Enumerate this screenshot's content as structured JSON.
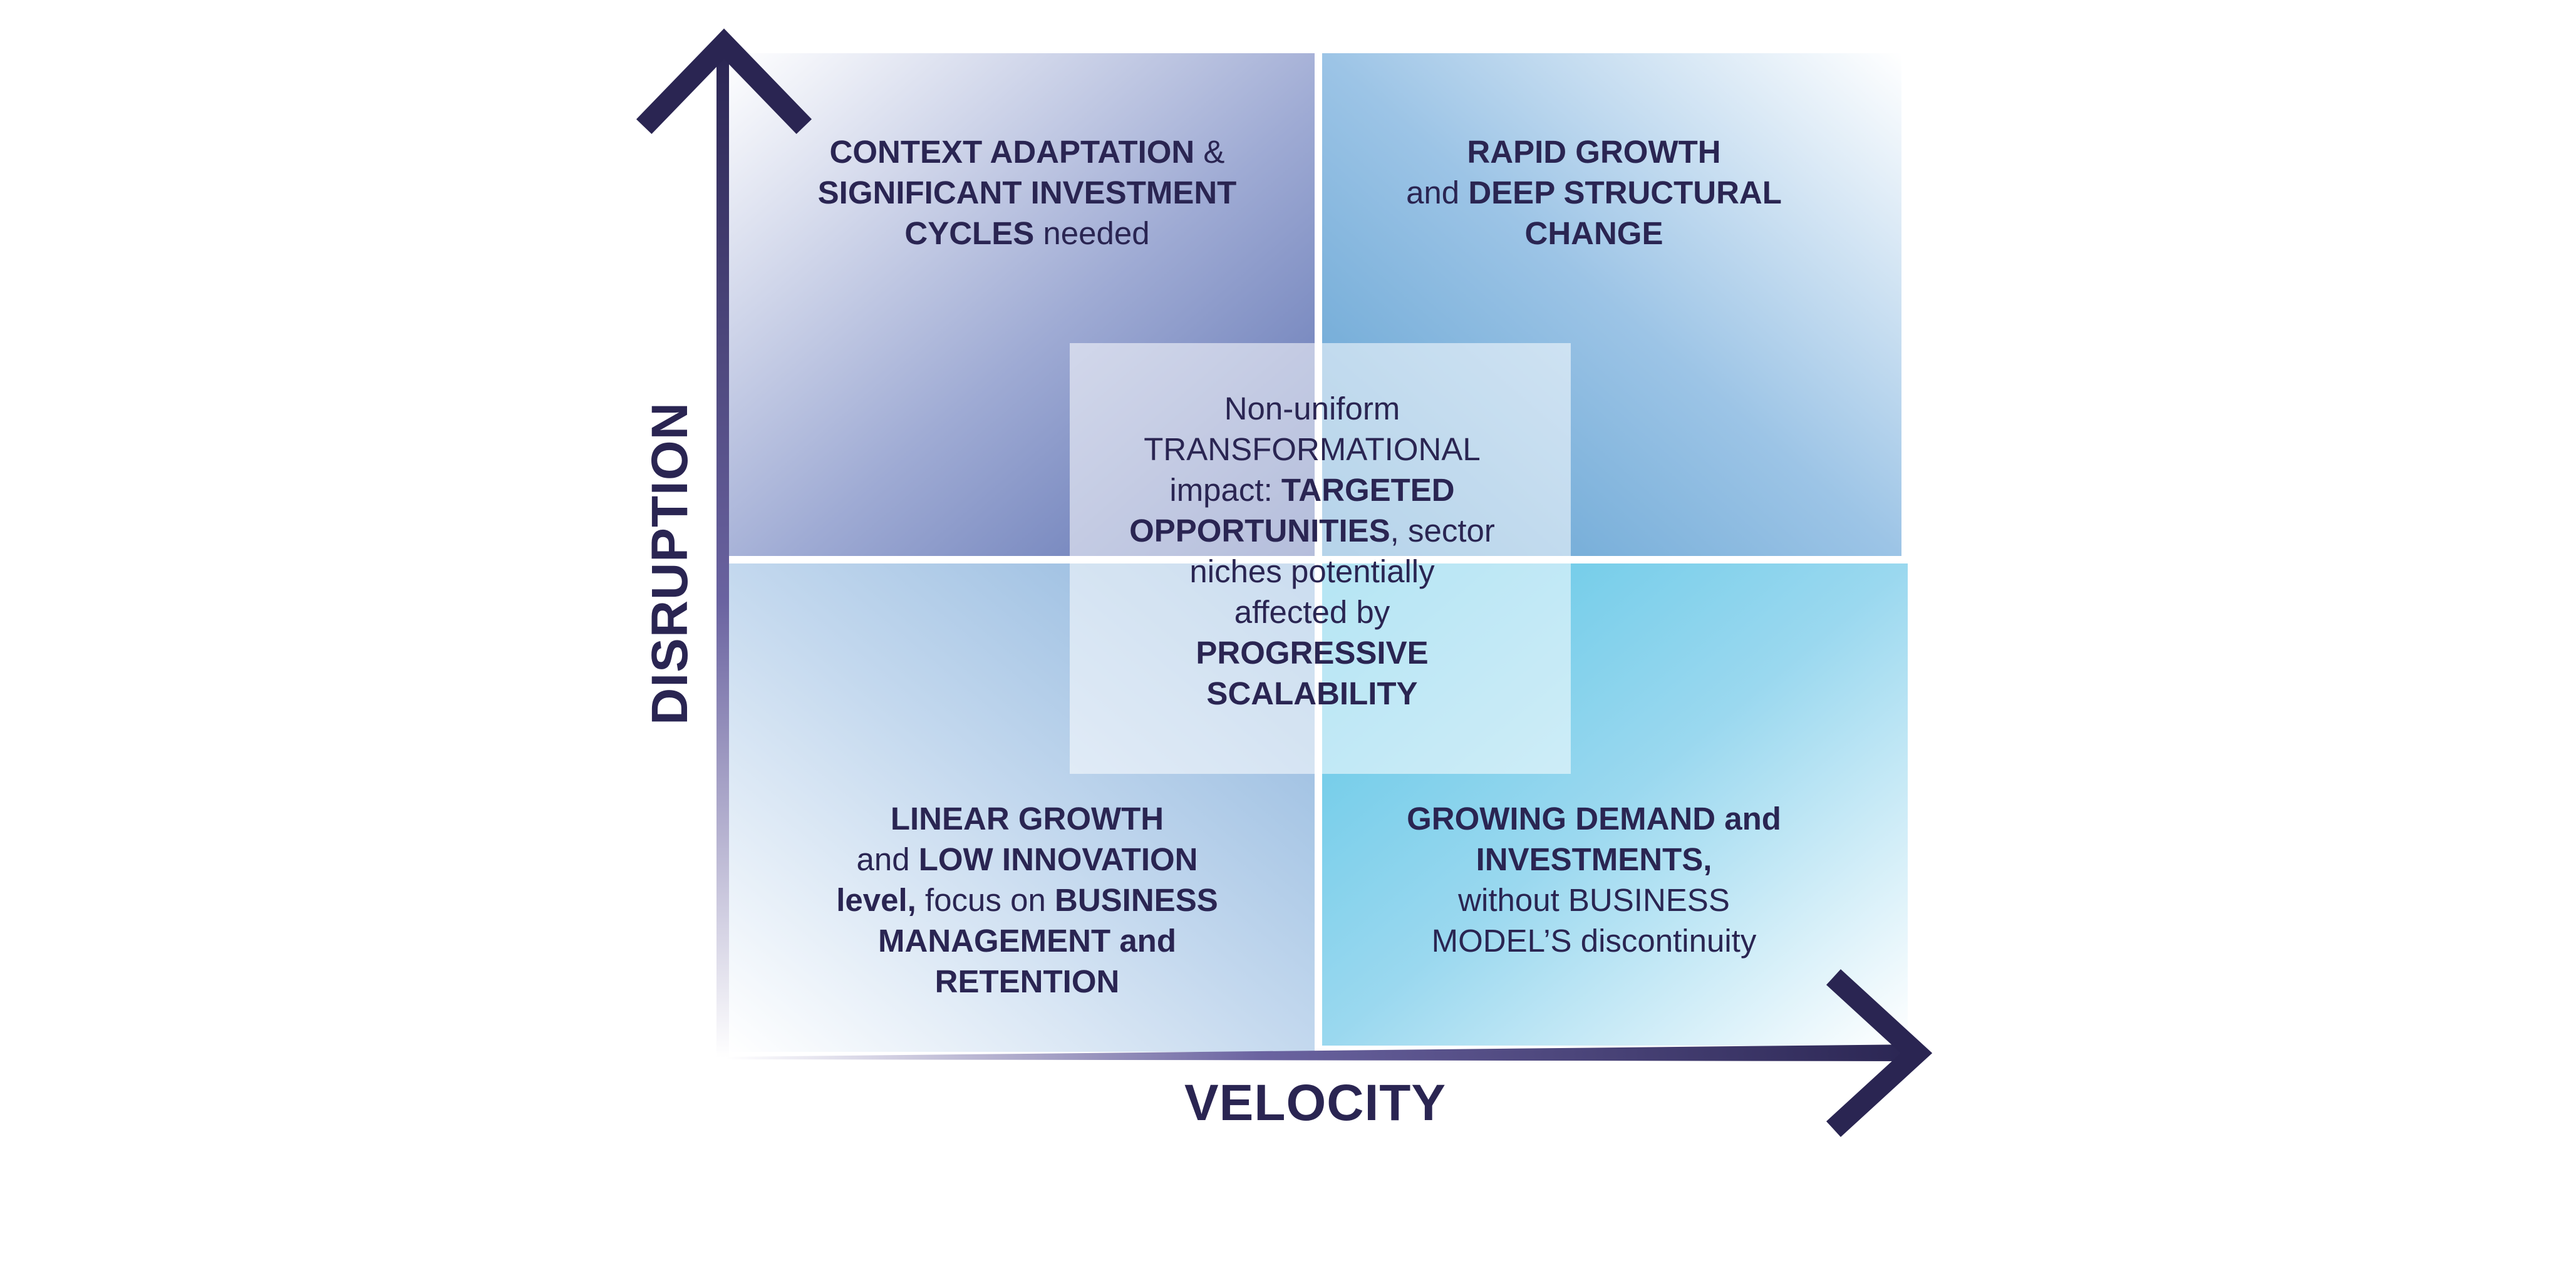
{
  "axes": {
    "y_label": "DISRUPTION",
    "x_label": "VELOCITY"
  },
  "quadrants": {
    "top_left": {
      "line1_bold": "CONTEXT ADAPTATION",
      "line1_rest": " &",
      "line2_bold": "SIGNIFICANT INVESTMENT",
      "line3_bold": "CYCLES",
      "line3_rest": " needed"
    },
    "top_right": {
      "line1_bold": "RAPID GROWTH",
      "line2_pre": "and ",
      "line2_bold": "DEEP STRUCTURAL",
      "line3_bold": "CHANGE"
    },
    "bottom_left": {
      "line1_bold": "LINEAR GROWTH",
      "line2_pre": "and ",
      "line2_bold": "LOW INNOVATION",
      "line3_bold": "level,",
      "line3_mid": " focus on ",
      "line3_bold2": "BUSINESS",
      "line4_bold": "MANAGEMENT and",
      "line5_bold": "RETENTION"
    },
    "bottom_right": {
      "line1_bold": "GROWING DEMAND and",
      "line2_bold": "INVESTMENTS,",
      "line3": "without BUSINESS",
      "line4": "MODEL’S discontinuity"
    }
  },
  "center": {
    "line1": "Non-uniform",
    "line2": "TRANSFORMATIONAL",
    "line3_pre": "impact: ",
    "line3_bold": "TARGETED",
    "line4_bold": "OPPORTUNITIES",
    "line4_rest": ", sector",
    "line5": "niches potentially",
    "line6": "affected by",
    "line7_bold": "PROGRESSIVE",
    "line8_bold": "SCALABILITY"
  },
  "colors": {
    "axis": "#2a2552",
    "text": "#2a2552",
    "quad_top_left": "#5b6fb0",
    "quad_top_right": "#5d9fd0",
    "quad_bottom_left": "#8cb4dc",
    "quad_bottom_right": "#5cc6e6",
    "center_box": "#ffffff"
  }
}
